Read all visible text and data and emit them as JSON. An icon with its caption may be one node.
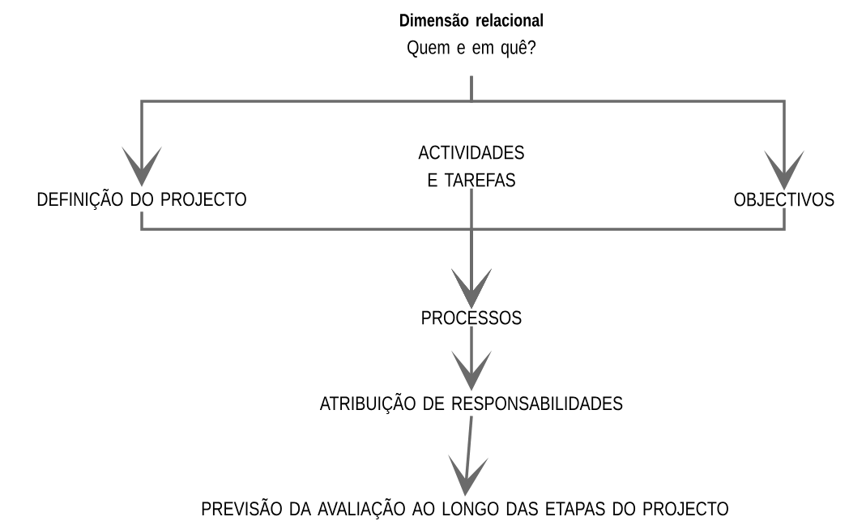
{
  "diagram": {
    "nodes": [
      {
        "text": [
          "Dimensão relacional",
          "Quem e em quê?"
        ]
      },
      {
        "text": [
          "DEFINIÇÃO DO PROJECTO"
        ]
      },
      {
        "text": [
          "ACTIVIDADES E TAREFAS"
        ]
      },
      {
        "text": [
          "OBJECTIVOS"
        ]
      },
      {
        "text": [
          "PROCESSOS"
        ]
      },
      {
        "text": [
          "ATRIBUIÇÃO DE RESPONSABILIDADES"
        ]
      },
      {
        "text": [
          "PREVISÃO DA AVALIAÇÃO AO LONGO DAS ETAPAS DO PROJECTO"
        ]
      }
    ],
    "edges": [
      {
        "from": 0,
        "to": 1,
        "arrow": "to"
      },
      {
        "from": 0,
        "to": 3,
        "arrow": "to"
      },
      {
        "from": 1,
        "to": 4,
        "arrow": "to"
      },
      {
        "from": 2,
        "to": 4,
        "arrow": "to"
      },
      {
        "from": 3,
        "to": 4,
        "arrow": "to"
      },
      {
        "from": 4,
        "to": 5,
        "arrow": "to"
      },
      {
        "from": 5,
        "to": 6,
        "arrow": "to"
      }
    ]
  }
}
